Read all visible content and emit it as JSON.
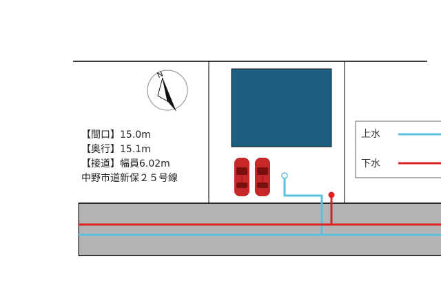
{
  "colors": {
    "building": "#1d5f80",
    "car": "#c62828",
    "water_supply": "#5bc0de",
    "sewer": "#e02020",
    "road": "#b4b4b4",
    "line": "#000000"
  },
  "north_label": "N",
  "property_info": [
    "【間口】15.0m",
    "【奥行】15.1m",
    "【接道】幅員6.02m",
    "中野市道新保２５号線"
  ],
  "legend": {
    "water_supply": "上水",
    "sewer": "下水"
  }
}
